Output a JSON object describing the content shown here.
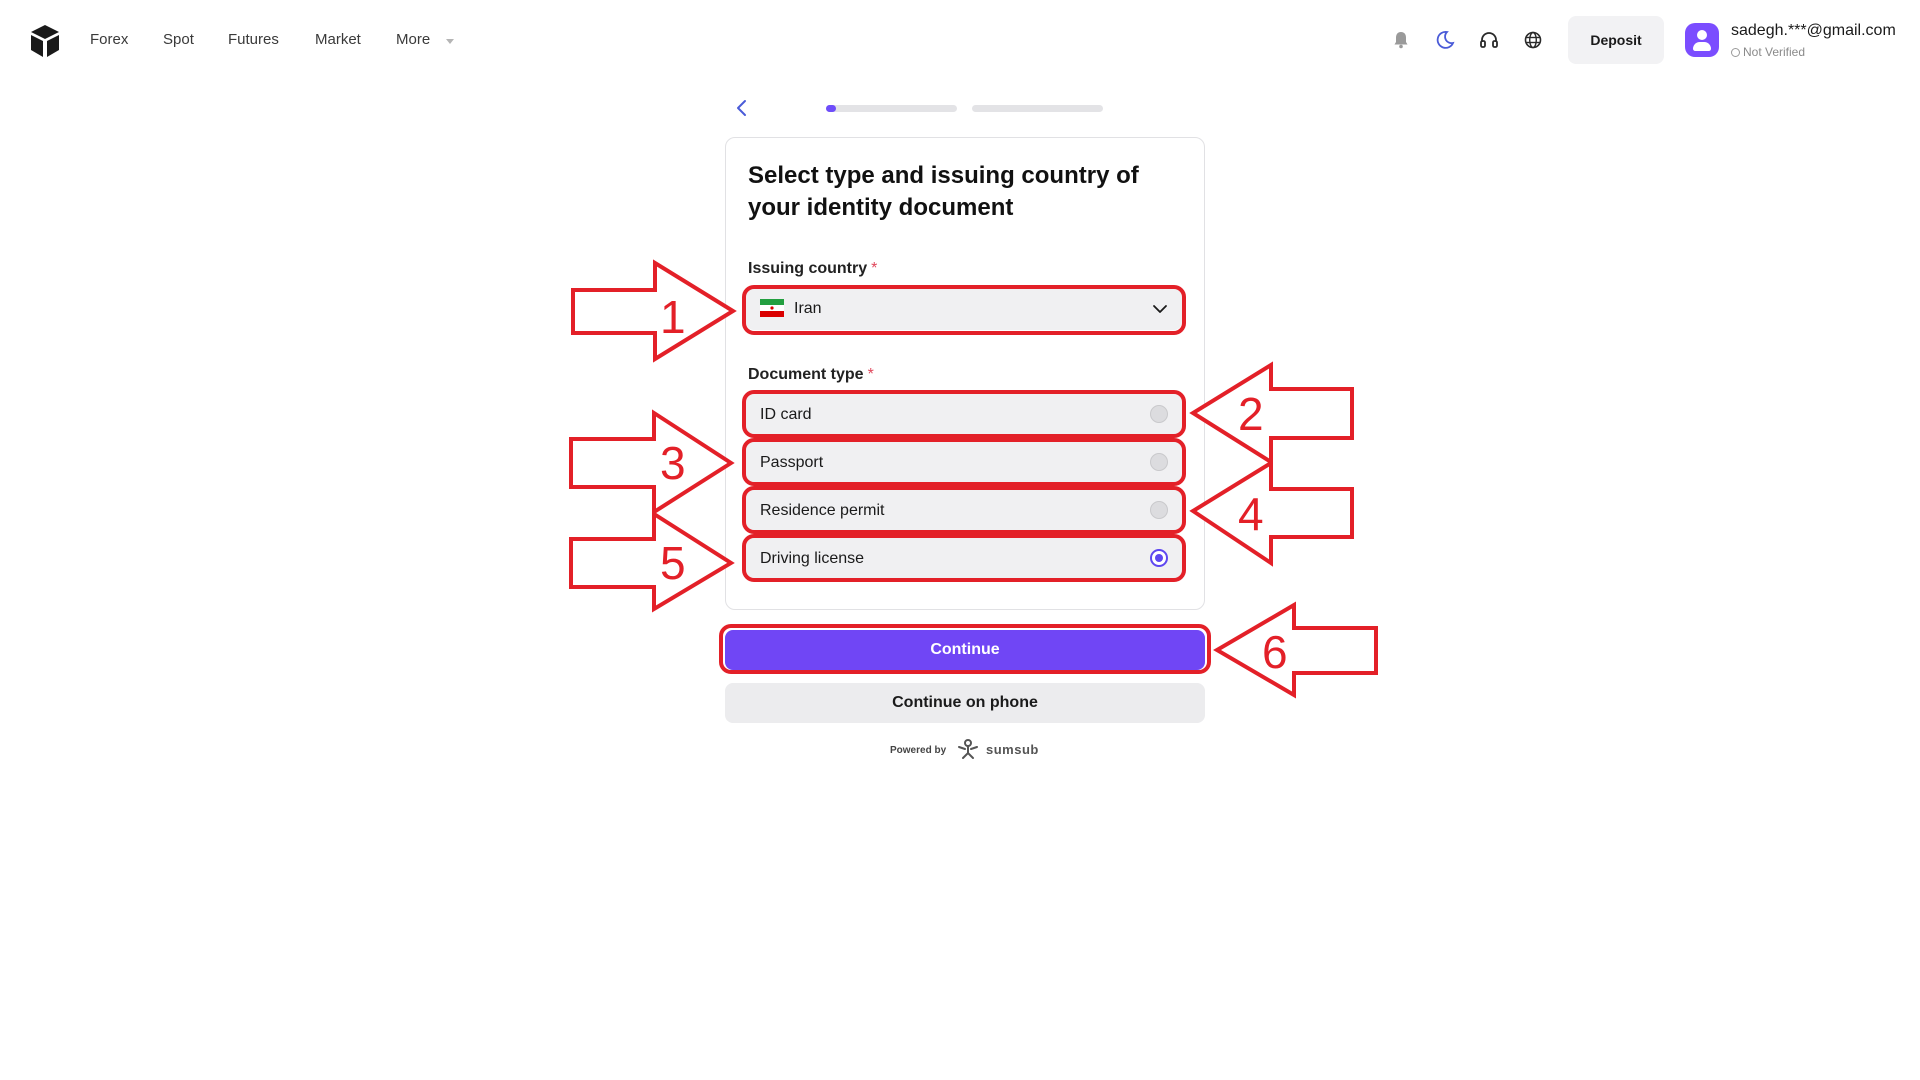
{
  "nav": {
    "items": [
      "Forex",
      "Spot",
      "Futures",
      "Market",
      "More"
    ],
    "deposit_label": "Deposit",
    "user_email": "sadegh.***@gmail.com",
    "verify_status": "Not Verified",
    "icons": [
      "bell-icon",
      "moon-icon",
      "headset-icon",
      "globe-icon"
    ]
  },
  "progress": {
    "step": 1,
    "total": 2,
    "step1_fill": 0.08,
    "step2_fill": 0
  },
  "form": {
    "title": "Select type and issuing country of your identity document",
    "country_label": "Issuing country",
    "required_mark": "*",
    "country_value": "Iran",
    "doc_type_label": "Document type",
    "options": [
      {
        "label": "ID card",
        "selected": false
      },
      {
        "label": "Passport",
        "selected": false
      },
      {
        "label": "Residence permit",
        "selected": false
      },
      {
        "label": "Driving license",
        "selected": true
      }
    ],
    "continue_label": "Continue",
    "phone_label": "Continue on phone"
  },
  "footer": {
    "powered_by": "Powered by",
    "brand": "sumsub"
  },
  "annotations": {
    "numbers": [
      "1",
      "2",
      "3",
      "4",
      "5",
      "6"
    ],
    "color": "#e32028"
  },
  "colors": {
    "accent": "#7046f5",
    "radio": "#5e47f0",
    "annotation": "#e32028"
  }
}
